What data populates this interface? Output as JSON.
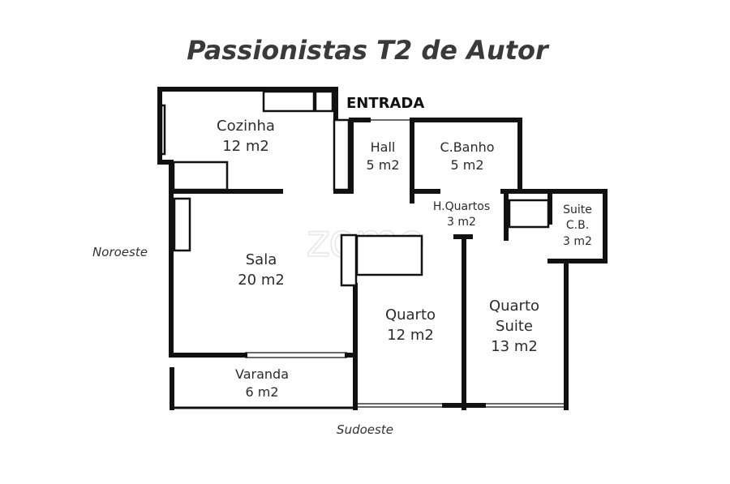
{
  "title": "Passionistas T2 de Autor",
  "entrance_label": "ENTRADA",
  "watermark": "zome",
  "orientation": {
    "northwest": "Noroeste",
    "southwest": "Sudoeste"
  },
  "rooms": {
    "cozinha": {
      "name": "Cozinha",
      "area": "12 m2"
    },
    "hall": {
      "name": "Hall",
      "area": "5 m2"
    },
    "banho": {
      "name": "C.Banho",
      "area": "5 m2"
    },
    "hquartos": {
      "name": "H.Quartos",
      "area": "3 m2"
    },
    "suite_cb": {
      "name_line1": "Suite",
      "name_line2": "C.B.",
      "area": "3 m2"
    },
    "sala": {
      "name": "Sala",
      "area": "20 m2"
    },
    "quarto": {
      "name": "Quarto",
      "area": "12 m2"
    },
    "quarto_suite": {
      "name_line1": "Quarto",
      "name_line2": "Suite",
      "area": "13 m2"
    },
    "varanda": {
      "name": "Varanda",
      "area": "6 m2"
    }
  }
}
